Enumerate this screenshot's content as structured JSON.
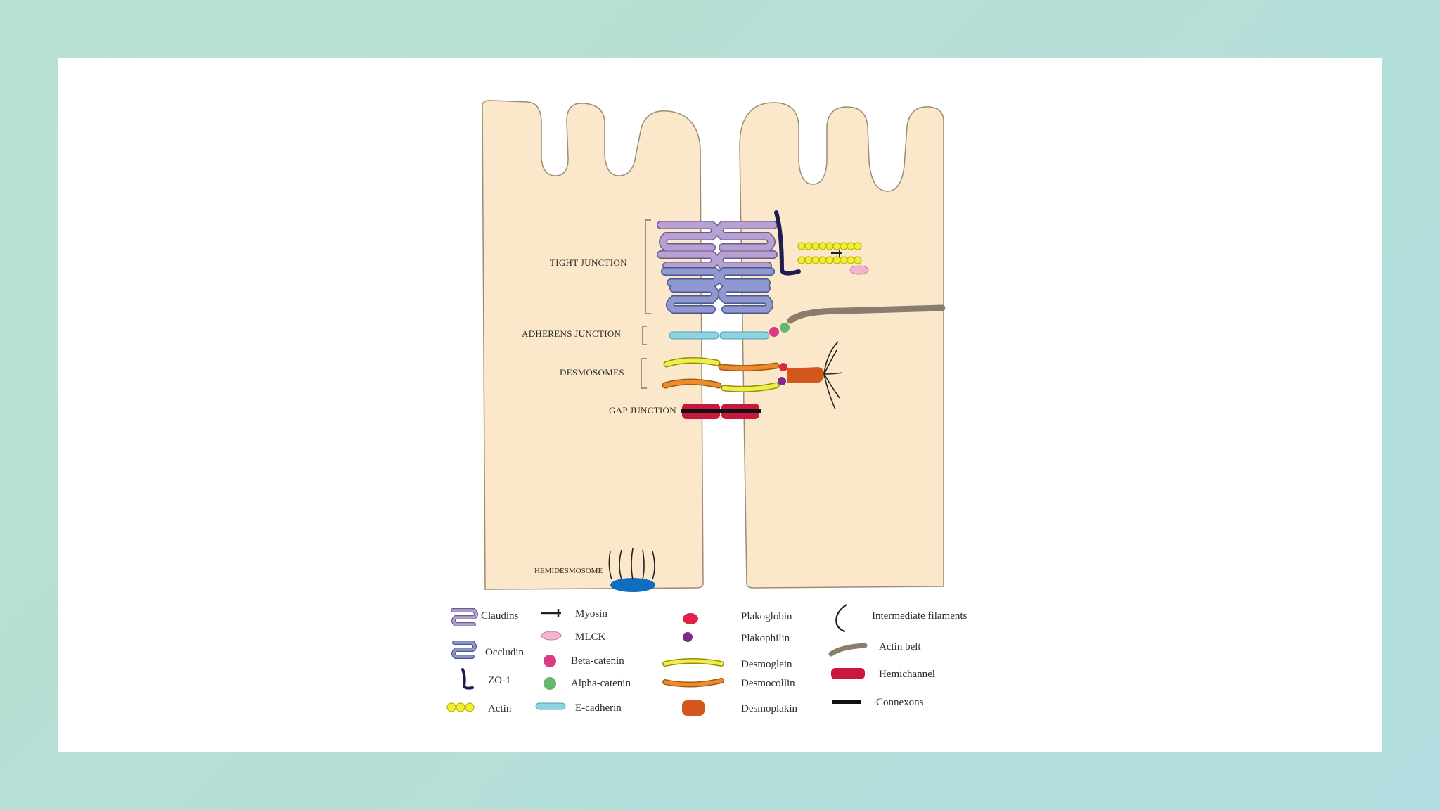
{
  "diagram": {
    "junction_labels": {
      "tight": "TIGHT JUNCTION",
      "adherens": "ADHERENS JUNCTION",
      "desmosomes": "DESMOSOMES",
      "gap": "GAP JUNCTION",
      "hemidesmosome": "HEMIDESMOSOME"
    },
    "colors": {
      "cell_fill": "#fbe8cb",
      "cell_stroke": "#9c8c78",
      "claudin": "#b7a1d3",
      "occludin": "#8f98cf",
      "zo1": "#1f1c4e",
      "actin": "#f1ef33",
      "mlck": "#f0b6cf",
      "beta_catenin": "#da3c83",
      "alpha_catenin": "#67b66e",
      "e_cadherin": "#8fd3e3",
      "plakoglobin": "#e0224a",
      "plakophilin": "#7a2c86",
      "desmoglein": "#eeee52",
      "desmocollin": "#ec8b2c",
      "desmoplakin": "#d3561d",
      "actin_belt": "#8b7d6c",
      "hemichannel": "#c8183e",
      "connexon": "#111111",
      "hemidesmosome": "#0f6ec0"
    }
  },
  "legend": {
    "claudins": "Claudins",
    "occludin": "Occludin",
    "zo1": "ZO-1",
    "actin": "Actin",
    "myosin": "Myosin",
    "mlck": "MLCK",
    "beta_catenin": "Beta-catenin",
    "alpha_catenin": "Alpha-catenin",
    "e_cadherin": "E-cadherin",
    "plakoglobin": "Plakoglobin",
    "plakophilin": "Plakophilin",
    "desmoglein": "Desmoglein",
    "desmocollin": "Desmocollin",
    "desmoplakin": "Desmoplakin",
    "intermediate_filaments": "Intermediate filaments",
    "actin_belt": "Actin belt",
    "hemichannel": "Hemichannel",
    "connexons": "Connexons"
  }
}
